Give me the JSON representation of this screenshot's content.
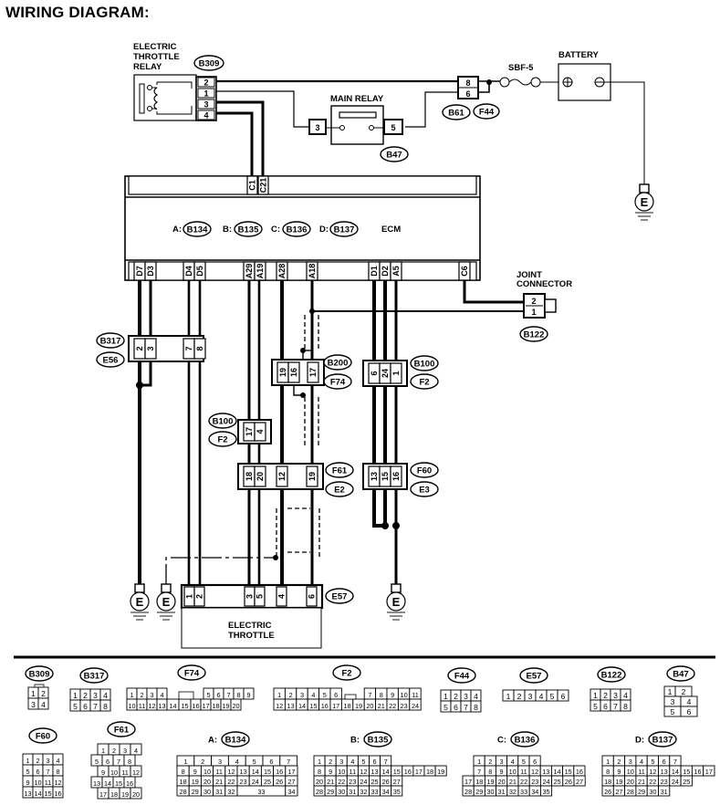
{
  "title": "WIRING DIAGRAM:",
  "components": {
    "throttle_relay": {
      "label_lines": [
        "ELECTRIC",
        "THROTTLE",
        "RELAY"
      ],
      "connector": "B309",
      "pins": [
        "2",
        "1",
        "3",
        "4"
      ]
    },
    "main_relay": {
      "label": "MAIN RELAY",
      "connector": "B47",
      "pins": [
        "3",
        "5"
      ]
    },
    "fuse": {
      "label": "SBF-5"
    },
    "battery": {
      "label": "BATTERY",
      "terminals": [
        "+",
        "-"
      ]
    },
    "b61_f44": {
      "connectors": [
        "B61",
        "F44"
      ],
      "pins": [
        "8",
        "6"
      ]
    },
    "ecm": {
      "label": "ECM",
      "connector_refs": [
        {
          "prefix": "A:",
          "id": "B134"
        },
        {
          "prefix": "B:",
          "id": "B135"
        },
        {
          "prefix": "C:",
          "id": "B136"
        },
        {
          "prefix": "D:",
          "id": "B137"
        }
      ],
      "top_pins": [
        "C1",
        "C21"
      ],
      "bottom_pins": [
        "D7",
        "D3",
        "D4",
        "D5",
        "A29",
        "A19",
        "A28",
        "A18",
        "D1",
        "D2",
        "A5",
        "C6"
      ]
    },
    "joint_connector": {
      "label_lines": [
        "JOINT",
        "CONNECTOR"
      ],
      "connector": "B122",
      "pins": [
        "2",
        "1"
      ]
    },
    "b317_e56": {
      "connectors": [
        "B317",
        "E56"
      ],
      "pins": [
        "2",
        "3",
        "7",
        "8"
      ]
    },
    "b200_f74": {
      "connectors": [
        "B200",
        "F74"
      ],
      "pins": [
        "19",
        "16",
        "17"
      ]
    },
    "b100_f2_left": {
      "connectors": [
        "B100",
        "F2"
      ],
      "pins": [
        "17",
        "4"
      ]
    },
    "b100_f2_right": {
      "connectors": [
        "B100",
        "F2"
      ],
      "pins": [
        "6",
        "24",
        "1"
      ]
    },
    "f61_e2": {
      "connectors": [
        "F61",
        "E2"
      ],
      "pins": [
        "18",
        "20",
        "12",
        "19"
      ]
    },
    "f60_e3": {
      "connectors": [
        "F60",
        "E3"
      ],
      "pins": [
        "13",
        "15",
        "16"
      ]
    },
    "electric_throttle": {
      "label_lines": [
        "ELECTRIC",
        "THROTTLE"
      ],
      "connector": "E57",
      "pins": [
        "1",
        "2",
        "3",
        "5",
        "4",
        "6"
      ]
    },
    "ground_label": "E"
  },
  "connector_legend": {
    "B309": {
      "label": "B309",
      "rows": [
        [
          "1",
          "2"
        ],
        [
          "3",
          "4"
        ]
      ]
    },
    "B317": {
      "label": "B317",
      "rows": [
        [
          "1",
          "2",
          "3",
          "4"
        ],
        [
          "5",
          "6",
          "7",
          "8"
        ]
      ]
    },
    "F74": {
      "label": "F74",
      "rows": [
        [
          "1",
          "2",
          "3",
          "4",
          "",
          "5",
          "6",
          "7",
          "8",
          "9"
        ],
        [
          "10",
          "11",
          "12",
          "13",
          "14",
          "15",
          "16",
          "17",
          "18",
          "19",
          "20"
        ]
      ]
    },
    "F2": {
      "label": "F2",
      "rows": [
        [
          "1",
          "2",
          "3",
          "4",
          "5",
          "6",
          "",
          "7",
          "8",
          "9",
          "10",
          "11"
        ],
        [
          "12",
          "13",
          "14",
          "15",
          "16",
          "17",
          "18",
          "19",
          "20",
          "21",
          "22",
          "23",
          "24"
        ]
      ]
    },
    "F44": {
      "label": "F44",
      "rows": [
        [
          "1",
          "2",
          "3",
          "4"
        ],
        [
          "5",
          "6",
          "7",
          "8"
        ]
      ]
    },
    "E57": {
      "label": "E57",
      "rows": [
        [
          "1",
          "2",
          "3",
          "4",
          "5",
          "6"
        ]
      ]
    },
    "B122": {
      "label": "B122",
      "rows": [
        [
          "1",
          "2",
          "3",
          "4"
        ],
        [
          "5",
          "6",
          "7",
          "8"
        ]
      ]
    },
    "B47": {
      "label": "B47",
      "rows": [
        [
          "1",
          "2"
        ],
        [
          "3",
          "4"
        ],
        [
          "5",
          "6"
        ]
      ]
    },
    "F60": {
      "label": "F60",
      "rows": [
        [
          "1",
          "2",
          "3",
          "4"
        ],
        [
          "5",
          "6",
          "7",
          "8"
        ],
        [
          "9",
          "10",
          "11",
          "12"
        ],
        [
          "13",
          "14",
          "15",
          "16"
        ]
      ]
    },
    "F61": {
      "label": "F61",
      "rows": [
        [
          "1",
          "2",
          "3",
          "4"
        ],
        [
          "5",
          "6",
          "7",
          "8"
        ],
        [
          "9",
          "10",
          "11",
          "12"
        ],
        [
          "13",
          "14",
          "15",
          "16"
        ],
        [
          "17",
          "18",
          "19",
          "20"
        ]
      ]
    },
    "B134": {
      "prefix": "A:",
      "label": "B134",
      "rows": [
        [
          "1",
          "2",
          "3",
          "4",
          "5",
          "6",
          "7"
        ],
        [
          "8",
          "9",
          "10",
          "11",
          "12",
          "13",
          "14",
          "15",
          "16",
          "17"
        ],
        [
          "18",
          "19",
          "20",
          "21",
          "22",
          "23",
          "24",
          "25",
          "26",
          "27"
        ],
        [
          "28",
          "29",
          "30",
          "31",
          "32",
          "33",
          "34"
        ]
      ]
    },
    "B135": {
      "prefix": "B:",
      "label": "B135",
      "rows": [
        [
          "1",
          "2",
          "3",
          "4",
          "5",
          "6",
          "7"
        ],
        [
          "8",
          "9",
          "10",
          "11",
          "12",
          "13",
          "14",
          "15",
          "16",
          "17",
          "18",
          "19"
        ],
        [
          "20",
          "21",
          "22",
          "23",
          "24",
          "25",
          "26",
          "27"
        ],
        [
          "28",
          "29",
          "30",
          "31",
          "32",
          "33",
          "34",
          "35"
        ]
      ]
    },
    "B136": {
      "prefix": "C:",
      "label": "B136",
      "rows": [
        [
          "1",
          "2",
          "3",
          "4",
          "5",
          "6"
        ],
        [
          "7",
          "8",
          "9",
          "10",
          "11",
          "12",
          "13",
          "14",
          "15",
          "16"
        ],
        [
          "17",
          "18",
          "19",
          "20",
          "21",
          "22",
          "23",
          "24",
          "25",
          "26",
          "27"
        ],
        [
          "28",
          "29",
          "30",
          "31",
          "32",
          "33",
          "34",
          "35"
        ]
      ]
    },
    "B137": {
      "prefix": "D:",
      "label": "B137",
      "rows": [
        [
          "1",
          "2",
          "3",
          "4",
          "5",
          "6",
          "7"
        ],
        [
          "8",
          "9",
          "10",
          "11",
          "12",
          "13",
          "14",
          "15",
          "16",
          "17"
        ],
        [
          "18",
          "19",
          "20",
          "21",
          "22",
          "23",
          "24",
          "25"
        ],
        [
          "26",
          "27",
          "28",
          "29",
          "30",
          "31"
        ]
      ]
    }
  }
}
